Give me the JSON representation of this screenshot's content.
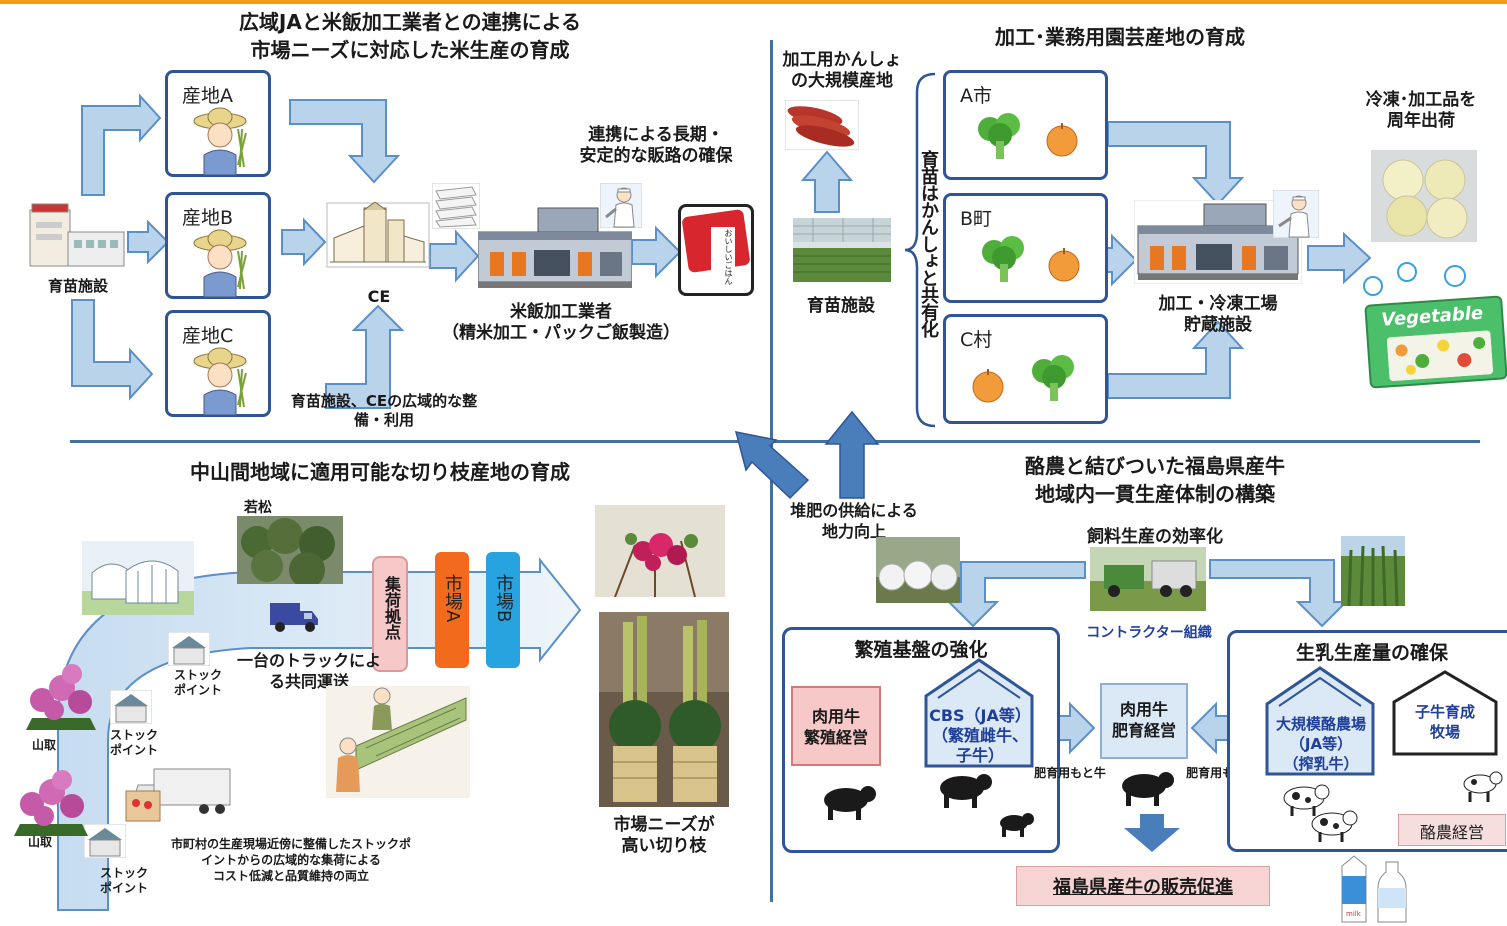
{
  "colors": {
    "accent_orange": "#f39c12",
    "arrow_fill": "#b9d4ea",
    "arrow_stroke": "#5b8fc7",
    "dark_blue": "#2f5597",
    "divider": "#41719c",
    "market_a": "#f26b1d",
    "market_b": "#27a3e0",
    "pink_box": "#f6c8c8",
    "blue_box": "#dbe8f5"
  },
  "q1": {
    "title_line1": "広域JAと米飯加工業者との連携による",
    "title_line2": "市場ニーズに対応した米生産の育成",
    "farm_a": "産地A",
    "farm_b": "産地B",
    "farm_c": "産地C",
    "nursery": "育苗施設",
    "ce": "CE",
    "sales_line1": "連携による長期・",
    "sales_line2": "安定的な販路の確保",
    "processor_line1": "米飯加工業者",
    "processor_line2": "（精米加工・パックご飯製造）",
    "shared_line1": "育苗施設、CEの広域的な整",
    "shared_line2": "備・利用",
    "package_text": "おいしいごはん"
  },
  "q2": {
    "title": "加工･業務用園芸産地の育成",
    "sweet_potato_line1": "加工用かんしょ",
    "sweet_potato_line2": "の大規模産地",
    "nursery": "育苗施設",
    "vertical_text": "育苗はかんしょと共有化",
    "city_a": "A市",
    "town_b": "B町",
    "village_c": "C村",
    "factory_line1": "加工・冷凍工場",
    "factory_line2": "貯蔵施設",
    "frozen_line1": "冷凍･加工品を",
    "frozen_line2": "周年出荷",
    "bag_text": "Vegetable"
  },
  "q3": {
    "title": "中山間地域に適用可能な切り枝産地の育成",
    "young_pine": "若松",
    "collection_point": "集荷拠点",
    "market_a": "市場A",
    "market_b": "市場B",
    "truck_line1": "一台のトラックによ",
    "truck_line2": "る共同運送",
    "stock_point": "ストック",
    "stock_point2": "ポイント",
    "mountain_area": "山取",
    "note_line1": "市町村の生産現場近傍に整備したストックポ",
    "note_line2": "イントからの広域的な集荷による",
    "note_line3": "コスト低減と品質維持の両立",
    "market_needs_line1": "市場ニーズが",
    "market_needs_line2": "高い切り枝"
  },
  "center": {
    "compost_line1": "堆肥の供給による",
    "compost_line2": "地力向上"
  },
  "q4": {
    "title_line1": "酪農と結びついた福島県産牛",
    "title_line2": "地域内一貫生産体制の構築",
    "feed": "飼料生産の効率化",
    "contractor": "コントラクター組織",
    "breeding_title": "繁殖基盤の強化",
    "beef_breeding_line1": "肉用牛",
    "beef_breeding_line2": "繁殖経営",
    "cbs_line1": "CBS（JA等）",
    "cbs_line2": "（繁殖雌牛、",
    "cbs_line3": "子牛）",
    "feeder_calf": "肥育用もと牛",
    "fattening_line1": "肉用牛",
    "fattening_line2": "肥育経営",
    "milk_title": "生乳生産量の確保",
    "large_dairy_line1": "大規模酪農場",
    "large_dairy_line2": "（JA等）",
    "large_dairy_line3": "（搾乳牛）",
    "calf_rearing_line1": "子牛育成",
    "calf_rearing_line2": "牧場",
    "dairy_mgmt": "酪農経営",
    "promotion": "福島県産牛の販売促進",
    "milk_carton": "milk"
  },
  "icons": {
    "farmer": "farmer-icon",
    "factory": "factory-icon",
    "broccoli": "broccoli-icon",
    "onion": "onion-icon",
    "cow": "cow-icon",
    "truck": "truck-icon",
    "greenhouse": "greenhouse-icon",
    "shed": "shed-icon"
  }
}
